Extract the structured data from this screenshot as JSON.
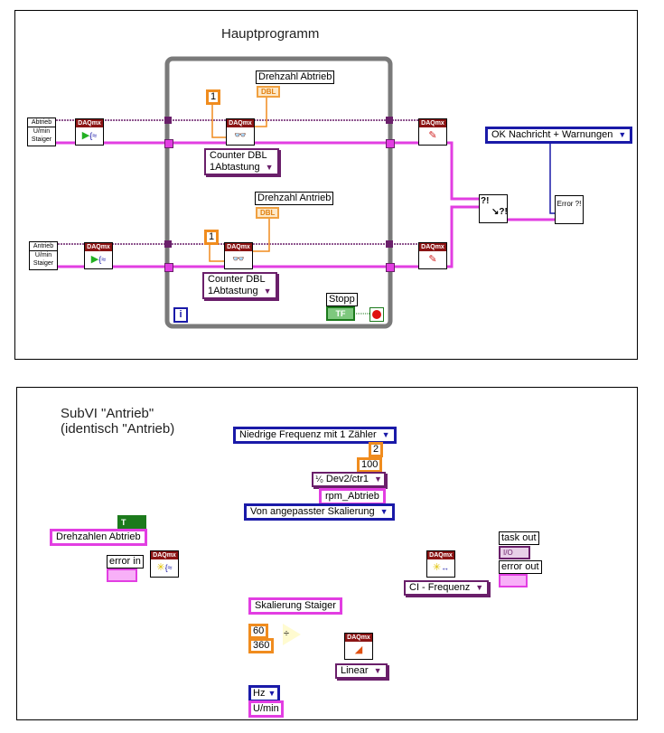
{
  "main_diagram": {
    "title": "Hauptprogramm",
    "abtrieb_input": {
      "line1": "Abtrieb",
      "line2": "U/min",
      "line3": "Staiger"
    },
    "antrieb_input": {
      "line1": "Antrieb",
      "line2": "U/min",
      "line3": "Staiger"
    },
    "daqmx_label": "DAQmx",
    "loop_top": {
      "indicator_label": "Drehzahl Abtrieb",
      "indicator_type": "DBL",
      "samples_constant": "1",
      "read_mode": {
        "line1": "Counter DBL",
        "line2": "1Abtastung"
      }
    },
    "loop_bottom": {
      "indicator_label": "Drehzahl Antrieb",
      "indicator_type": "DBL",
      "samples_constant": "1",
      "read_mode": {
        "line1": "Counter DBL",
        "line2": "1Abtastung"
      }
    },
    "iteration_terminal": "i",
    "stop": {
      "label": "Stopp",
      "type": "TF"
    },
    "error_dialog_option": "OK Nachricht + Warnungen",
    "merge_errors_glyph": "?!",
    "error_handler_glyph": "Error ?!"
  },
  "subvi_diagram": {
    "title": "SubVI \"Antrieb\"\n(identisch \"Antrieb)",
    "measurement_type": "Niedrige Frequenz mit 1 Zähler",
    "const_edges": "2",
    "const_samples": "100",
    "counter": "Dev2/ctr1",
    "scale_name_string": "rpm_Abtrieb",
    "units": "Von angepasster Skalierung",
    "bool_const": "T",
    "task_name_string": "Drehzahlen Abtrieb",
    "error_in": "error in",
    "task_out": "task out",
    "task_out_type": "I/O",
    "error_out": "error out",
    "channel_type": "CI - Frequenz",
    "scale_string": "Skalierung Staiger",
    "const_60": "60",
    "const_360": "360",
    "scale_type": "Linear",
    "prescaled_units": "Hz",
    "scaled_units": "U/min",
    "daqmx_label": "DAQmx"
  },
  "colors": {
    "task_wire": "#6a1f6a",
    "error_wire": "#e23ee2",
    "numeric_wire": "#f08c1e",
    "enum_wire": "#1a1aa8",
    "bool_wire": "#1c7a1c",
    "loop_frame": "#7a7a7a"
  }
}
